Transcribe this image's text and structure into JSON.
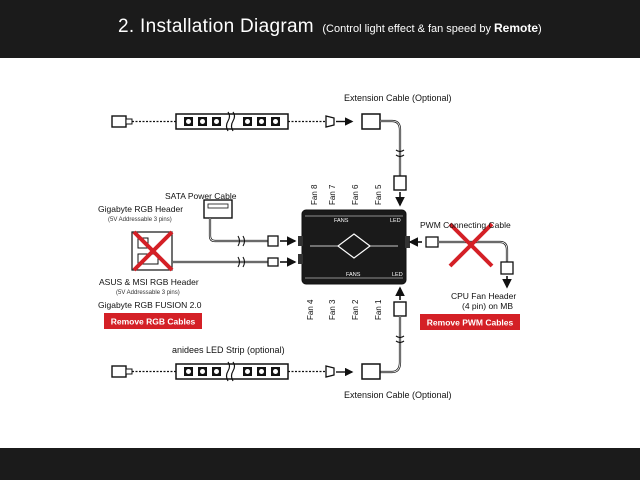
{
  "header": {
    "title": "2. Installation Diagram",
    "subtitle_pre": "(Control light effect & fan speed by ",
    "subtitle_bold": "Remote",
    "subtitle_post": ")"
  },
  "labels": {
    "extension_top": "Extension Cable (Optional)",
    "extension_bottom": "Extension Cable (Optional)",
    "sata": "SATA Power Cable",
    "gigabyte_header": "Gigabyte RGB Header",
    "gigabyte_header_note": "(5V Addressable 3 pins)",
    "asus_header": "ASUS & MSI RGB Header",
    "asus_header_note": "(5V Addressable 3 pins)",
    "fusion": "Gigabyte RGB FUSION 2.0",
    "led_strip": "anidees LED Strip (optional)",
    "pwm_cable": "PWM Connecting Cable",
    "cpu_header_1": "CPU Fan Header",
    "cpu_header_2": "(4 pin) on MB"
  },
  "badges": {
    "remove_rgb": "Remove RGB Cables",
    "remove_pwm": "Remove PWM Cables"
  },
  "hub": {
    "top_label_fans": "FANS",
    "top_label_led": "LED",
    "bottom_label_fans": "FANS",
    "bottom_label_led": "LED"
  },
  "fans_top": [
    "Fan 8",
    "Fan 7",
    "Fan 6",
    "Fan 5"
  ],
  "fans_bottom": [
    "Fan 4",
    "Fan 3",
    "Fan 2",
    "Fan 1"
  ],
  "colors": {
    "header_bg": "#1b1b1b",
    "badge_red": "#d42026",
    "cross_red": "#d42026",
    "hub_body": "#1a1a1a"
  }
}
